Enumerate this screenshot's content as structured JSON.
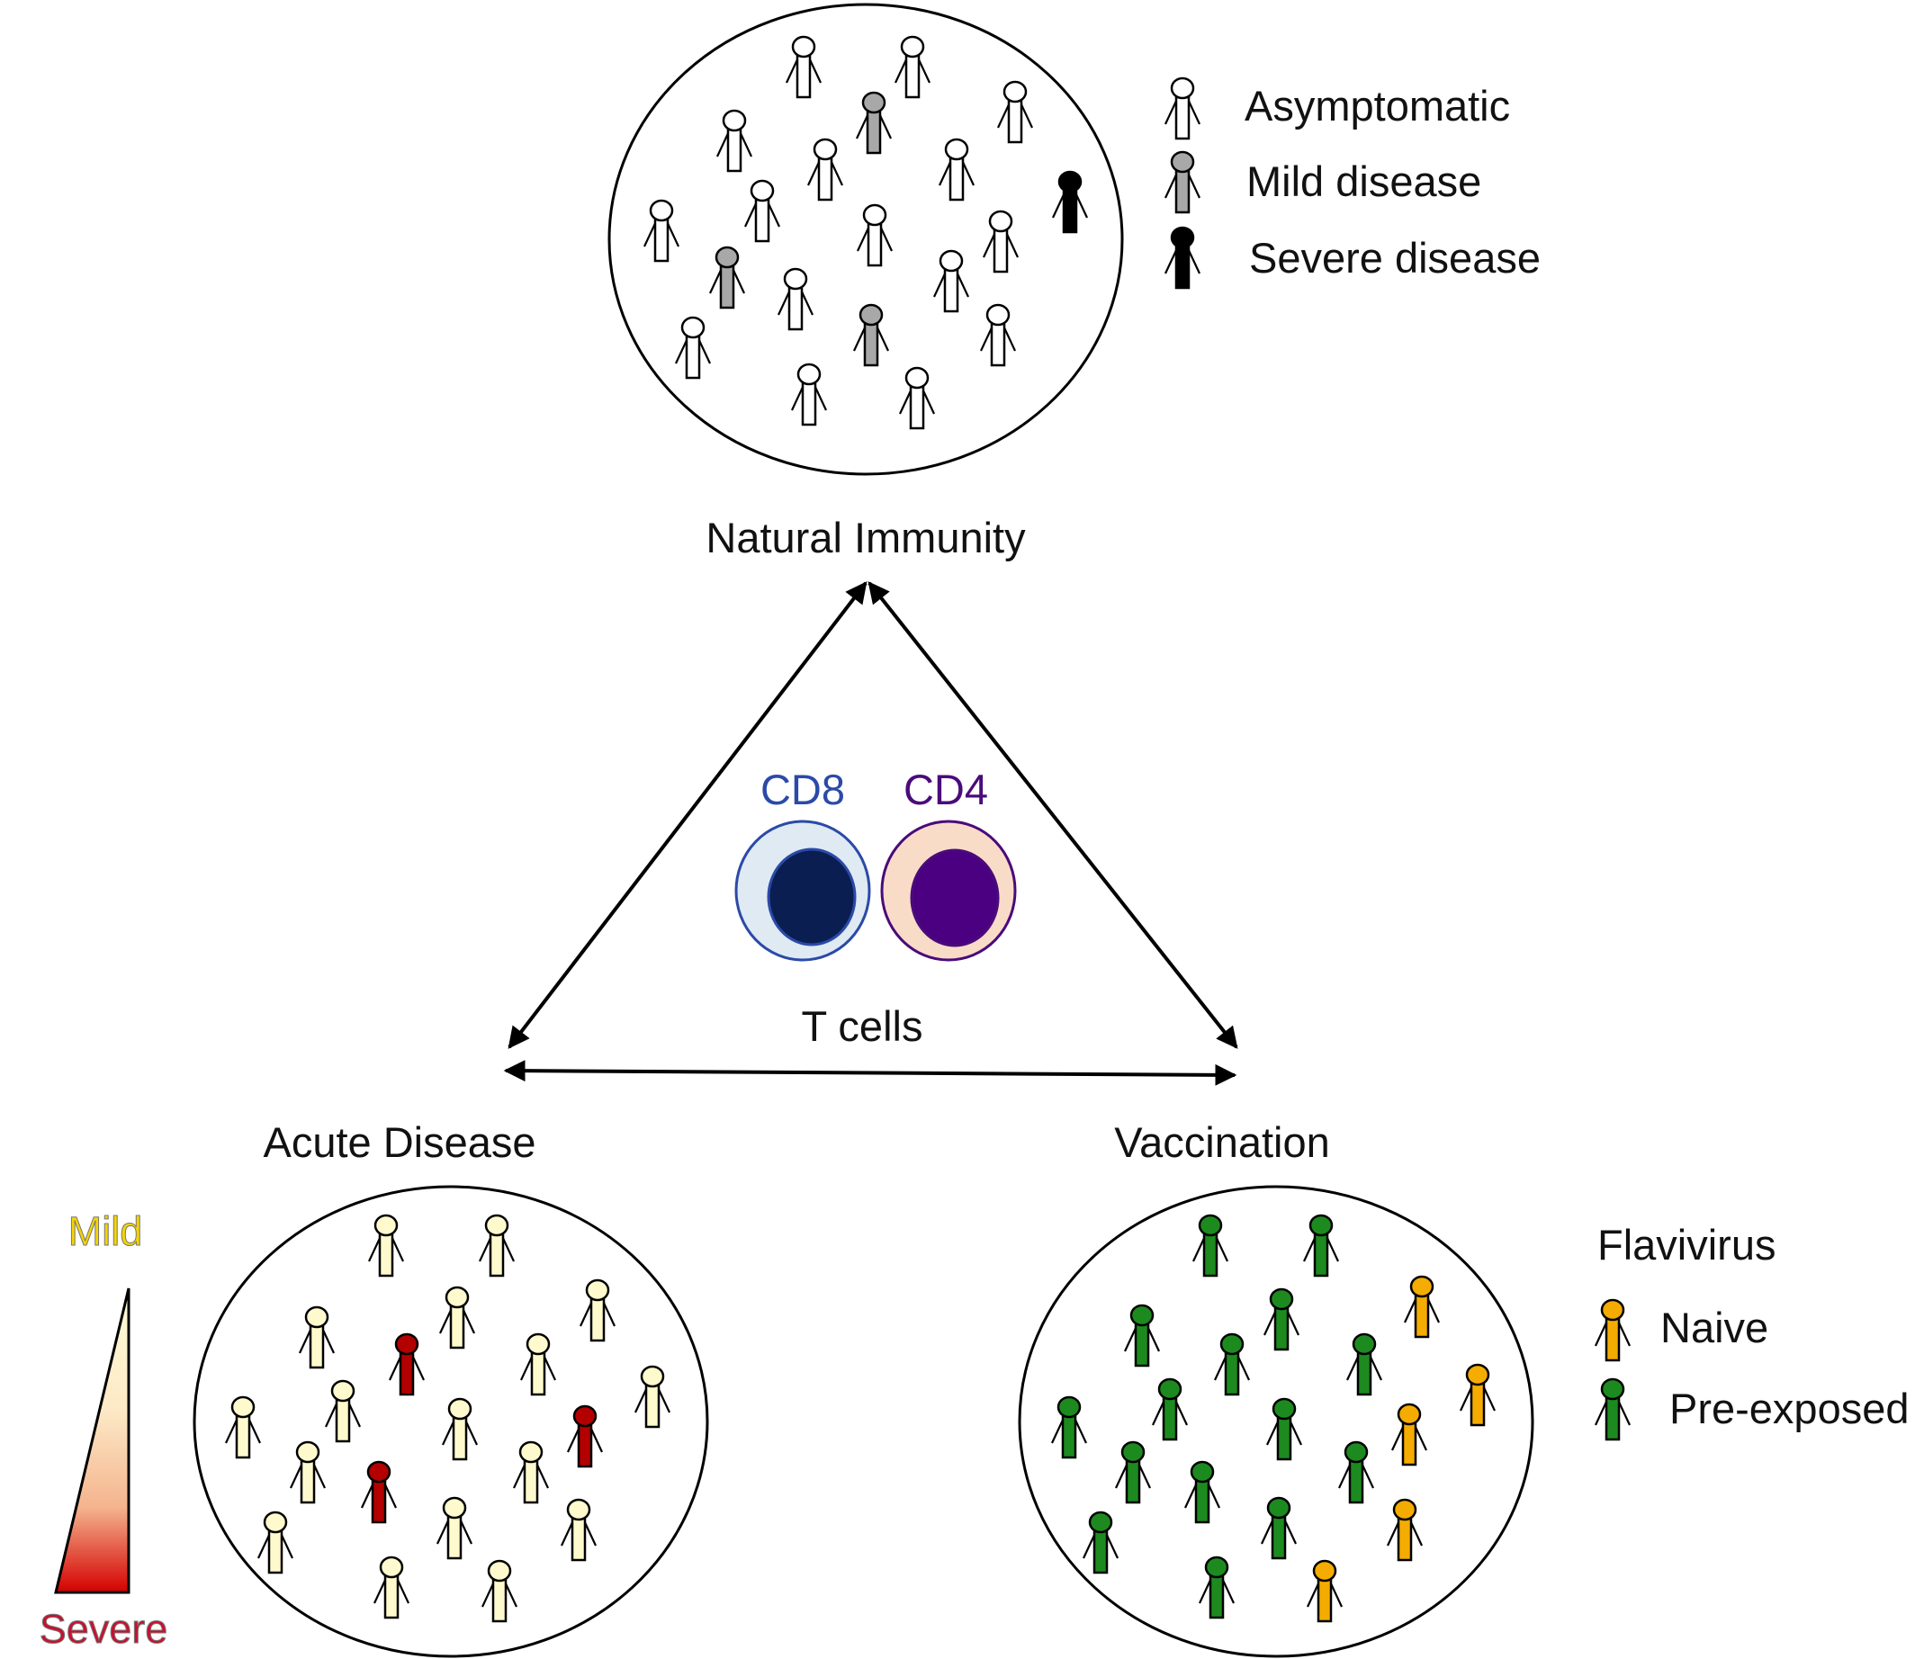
{
  "titles": {
    "natural": "Natural Immunity",
    "acute": "Acute Disease",
    "vaccination": "Vaccination",
    "tcells": "T cells"
  },
  "cells": {
    "cd8": {
      "label": "CD8",
      "color": "#2b4aa8",
      "fill": "#dfeaf2",
      "nucleus": "#0b1e52"
    },
    "cd4": {
      "label": "CD4",
      "color": "#4a0b7a",
      "fill": "#f9dcc8",
      "nucleus": "#4b0082"
    }
  },
  "legend_natural": [
    {
      "label": "Asymptomatic",
      "color": "#ffffff"
    },
    {
      "label": "Mild disease",
      "color": "#a8a8a8"
    },
    {
      "label": "Severe disease",
      "color": "#000000"
    }
  ],
  "legend_vaccination": {
    "title": "Flavivirus",
    "items": [
      {
        "label": "Naive",
        "color": "#f5ac00"
      },
      {
        "label": "Pre-exposed",
        "color": "#1d8a1f"
      }
    ]
  },
  "severity_scale": {
    "top_label": "Mild",
    "bottom_label": "Severe",
    "top_color": "#f5d400",
    "bottom_color": "#c8102e"
  },
  "figure_colors": {
    "natural": {
      "asymptomatic": "#ffffff",
      "mild": "#a8a8a8",
      "severe": "#000000"
    },
    "acute": {
      "mild": "#fffacd",
      "severe": "#b30000"
    },
    "vaccination": {
      "naive": "#f5ac00",
      "preexposed": "#1d8a1f"
    }
  }
}
